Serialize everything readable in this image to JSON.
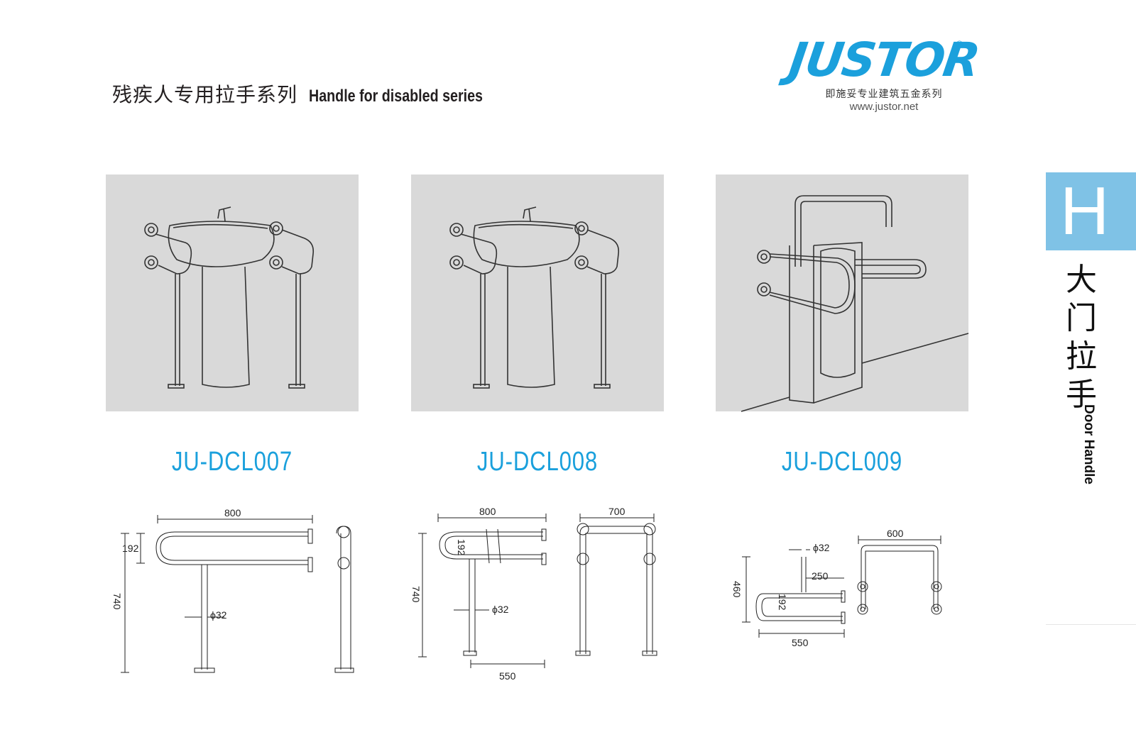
{
  "header": {
    "title_cn": "残疾人专用拉手系列",
    "title_en": "Handle for disabled series"
  },
  "brand": {
    "logo_text": "JUSTOR",
    "registered": "®",
    "tagline": "即施妥专业建筑五金系列",
    "url": "www.justor.net",
    "color": "#1ba0dc"
  },
  "side_tab": {
    "letter": "H",
    "category_cn": [
      "大",
      "门",
      "拉",
      "手"
    ],
    "category_en": "Door Handle",
    "color": "#7fc2e6"
  },
  "products": [
    {
      "model": "JU-DCL007",
      "image": "wash-basin-with-two-side-grab-bars",
      "dims": {
        "width": "800",
        "height": "740",
        "inner": "192",
        "tube": "ϕ32"
      }
    },
    {
      "model": "JU-DCL008",
      "image": "wash-basin-with-two-side-grab-bars",
      "dims": {
        "width": "800",
        "depth": "700",
        "height": "740",
        "inner": "192",
        "tube": "ϕ32",
        "base": "550"
      }
    },
    {
      "model": "JU-DCL009",
      "image": "urinal-with-grab-bars",
      "dims": {
        "width": "600",
        "height": "460",
        "offset": "250",
        "inner": "192",
        "tube": "ϕ32",
        "length": "550"
      }
    }
  ],
  "accent_color": "#1aa0dc"
}
